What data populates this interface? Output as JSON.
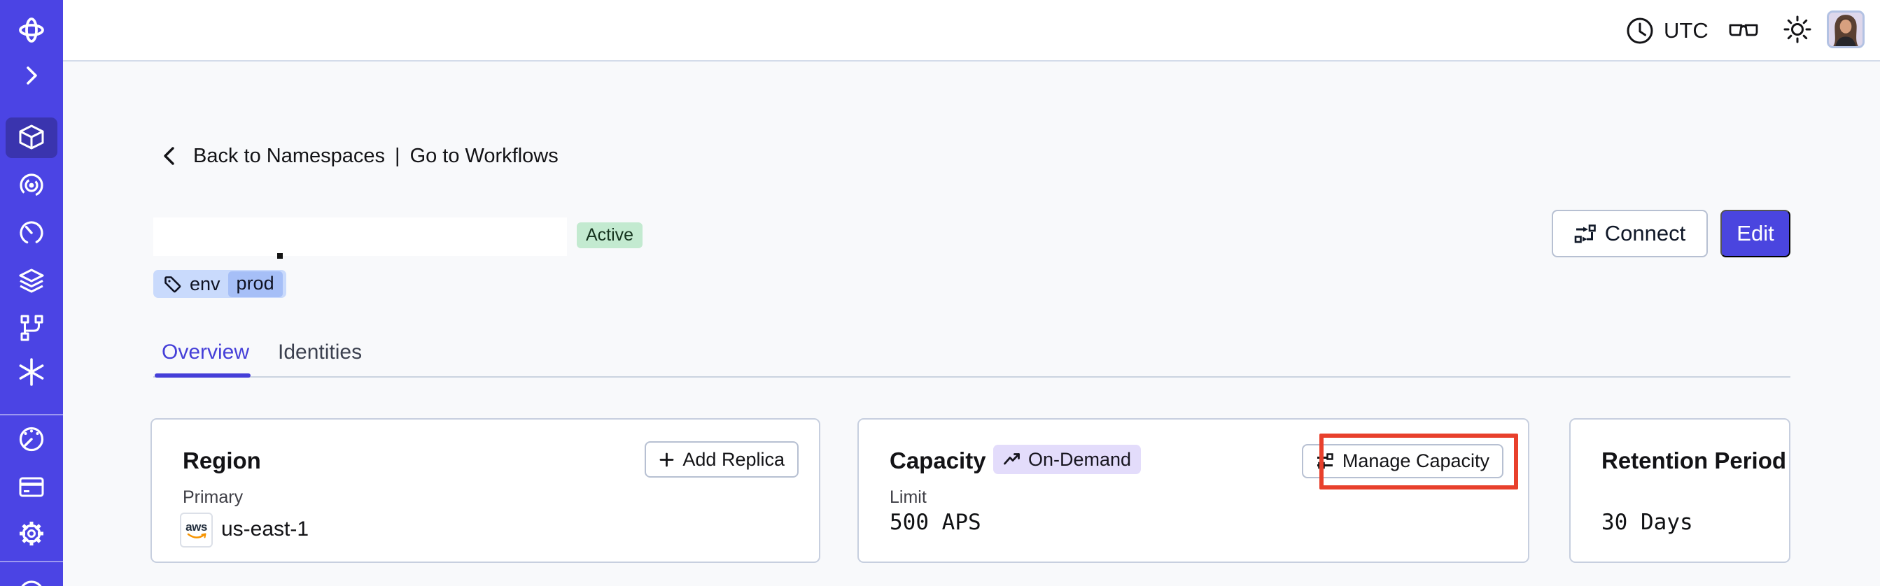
{
  "topbar": {
    "timezone_label": "UTC",
    "icons": [
      "clock-icon",
      "glasses-icon",
      "sun-icon",
      "user-avatar"
    ]
  },
  "sidebar": {
    "items": [
      {
        "icon": "temporal-logo",
        "active": false
      },
      {
        "icon": "expand-chevron",
        "active": false
      },
      {
        "icon": "namespaces-cube",
        "active": true
      },
      {
        "icon": "workflows-spiral",
        "active": false
      },
      {
        "icon": "schedules-clock",
        "active": false
      },
      {
        "icon": "deployments-layers",
        "active": false
      },
      {
        "icon": "batch-branch",
        "active": false
      },
      {
        "icon": "nexus-asterisk",
        "active": false
      },
      {
        "icon": "usage-gauge",
        "active": false
      },
      {
        "icon": "billing-card",
        "active": false
      },
      {
        "icon": "settings-gear",
        "active": false
      },
      {
        "icon": "help-circle",
        "active": false
      }
    ]
  },
  "breadcrumb": {
    "back_label": "Back to Namespaces",
    "separator": "|",
    "workflows_label": "Go to Workflows"
  },
  "namespace": {
    "status_badge": "Active",
    "tag": {
      "key": "env",
      "value": "prod"
    }
  },
  "actions": {
    "connect_label": "Connect",
    "edit_label": "Edit"
  },
  "tabs": [
    {
      "label": "Overview",
      "active": true
    },
    {
      "label": "Identities",
      "active": false
    }
  ],
  "cards": {
    "region": {
      "title": "Region",
      "add_replica_label": "Add Replica",
      "primary_label": "Primary",
      "provider": "aws",
      "value": "us-east-1"
    },
    "capacity": {
      "title": "Capacity",
      "badge": "On-Demand",
      "manage_label": "Manage Capacity",
      "limit_label": "Limit",
      "value": "500 APS"
    },
    "retention": {
      "title": "Retention Period",
      "value": "30 Days"
    }
  },
  "colors": {
    "sidebar": "#4B44E4",
    "sidebar_active": "#3A34AE",
    "accent": "#4A45DF",
    "annotation_highlight": "#E8402C",
    "status_active_bg": "#C3EAD0",
    "tag_bg": "#C9DAFC",
    "tag_value_bg": "#A6BFF7",
    "on_demand_bg": "#E3DCFB",
    "card_border": "#C7CFDF"
  }
}
